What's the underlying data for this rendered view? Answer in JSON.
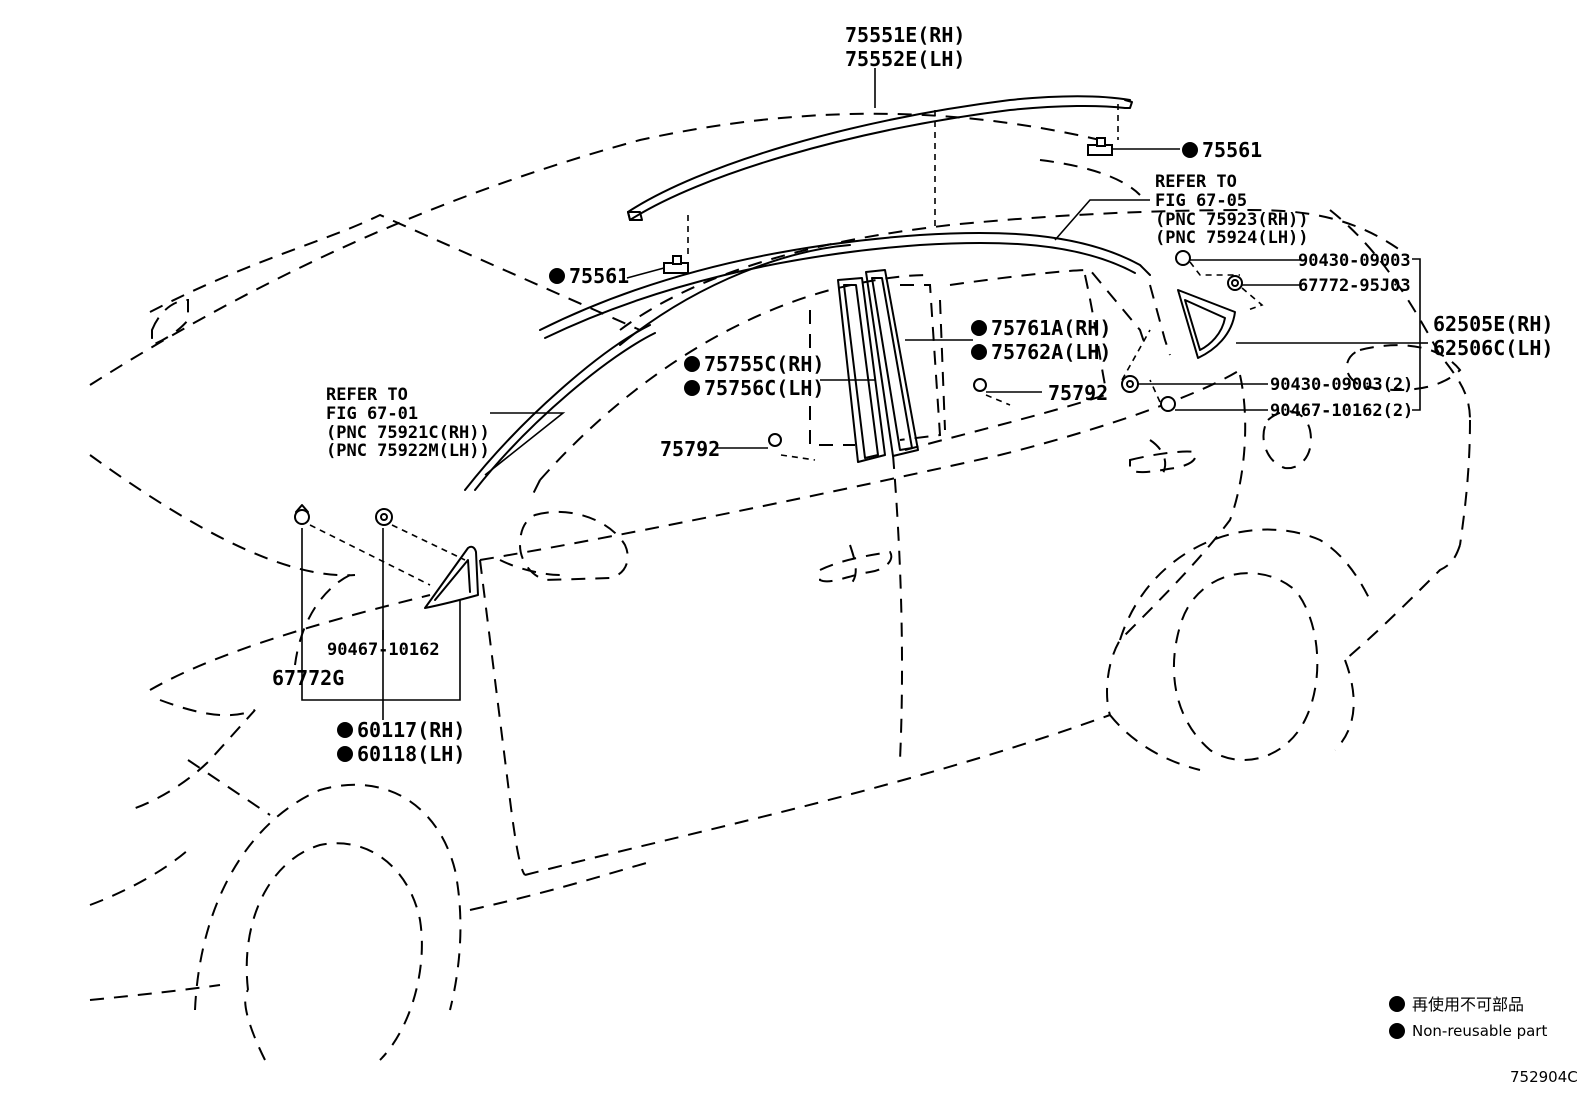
{
  "labels": {
    "top_rh": "75551E(RH)",
    "top_lh": "75552E(LH)",
    "clip_right": "75561",
    "clip_left": "75561",
    "refer2_line1": "REFER TO",
    "refer2_line2": "FIG 67-05",
    "refer2_line3": "(PNC 75923(RH))",
    "refer2_line4": "(PNC 75924(LH))",
    "refer1_line1": "REFER TO",
    "refer1_line2": "FIG 67-01",
    "refer1_line3": "(PNC 75921C(RH))",
    "refer1_line4": "(PNC 75922M(LH))",
    "p90430_a": "90430-09003",
    "p67772_95": "67772-95J03",
    "p62505": "62505E(RH)",
    "p62506": "62506C(LH)",
    "p75761": "75761A(RH)",
    "p75762": "75762A(LH)",
    "p75755": "75755C(RH)",
    "p75756": "75756C(LH)",
    "p75792_a": "75792",
    "p75792_b": "75792",
    "p90430_b": "90430-09003(2)",
    "p90467_b": "90467-10162(2)",
    "p90467_a": "90467-10162",
    "p67772g": "67772G",
    "p60117": "60117(RH)",
    "p60118": "60118(LH)"
  },
  "legend": {
    "jp": "再使用不可部品",
    "en": "Non-reusable part"
  },
  "figure_id": "752904C"
}
